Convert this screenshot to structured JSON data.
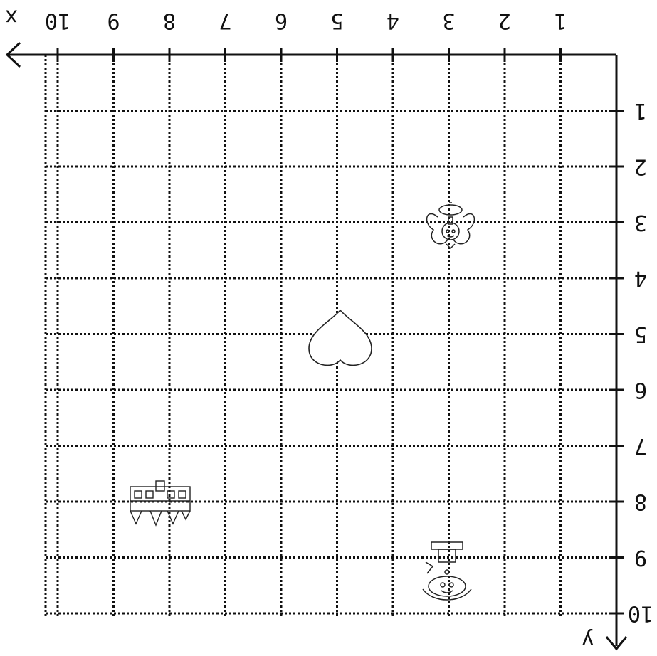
{
  "axis_labels": {
    "x": "x",
    "y": "y"
  },
  "x_ticks": [
    "1",
    "2",
    "3",
    "4",
    "5",
    "6",
    "7",
    "8",
    "9",
    "10"
  ],
  "y_ticks": [
    "1",
    "2",
    "3",
    "4",
    "5",
    "6",
    "7",
    "8",
    "9",
    "10"
  ],
  "orientation": "image rotated 180 degrees (upside down)",
  "pictures": [
    {
      "name": "flower-icon",
      "x": 3,
      "y": 3
    },
    {
      "name": "heart-icon",
      "x": 5,
      "y": 5
    },
    {
      "name": "castle-icon",
      "x": 8,
      "y": 8
    },
    {
      "name": "clown-icon",
      "x": 3,
      "y": 9
    }
  ],
  "colors": {
    "ink": "#111111",
    "paper": "#ffffff"
  }
}
